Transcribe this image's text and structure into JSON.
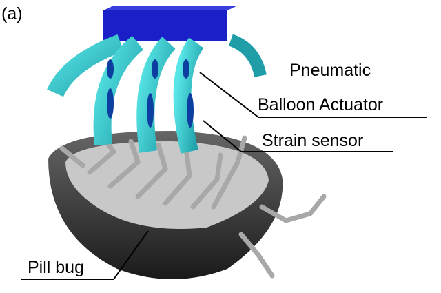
{
  "panel_label": "(a)",
  "labels": {
    "actuator_line1": "Pneumatic",
    "actuator_line2": "Balloon Actuator",
    "sensor": "Strain sensor",
    "body": "Pill bug"
  },
  "colors": {
    "mount": "#1a1fc8",
    "actuator": "#3fd6d6",
    "shell": "#3a3a3a",
    "legs": "#b0b0b0"
  }
}
